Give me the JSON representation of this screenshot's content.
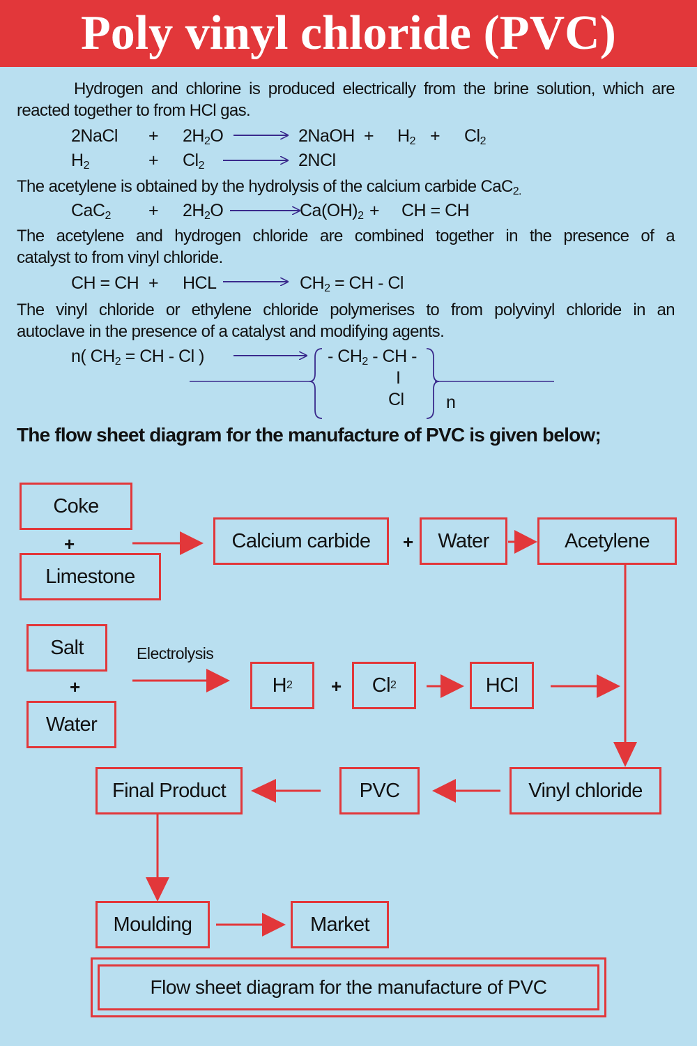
{
  "title": "Poly vinyl chloride (PVC)",
  "paragraphs": {
    "p1_line1": "Hydrogen and chlorine is produced electrically from the brine solution, which are",
    "p1_line2": "reacted together to from HCl gas.",
    "p2": "The acetylene is obtained by the hydrolysis of the calcium carbide CaC",
    "p2_sub": "2.",
    "p3_line1": "The acetylene and hydrogen chloride are combined together in the presence of a",
    "p3_line2": "catalyst to from vinyl chloride.",
    "p4_line1": "The vinyl chloride or ethylene chloride polymerises to from polyvinyl chloride in an",
    "p4_line2": "autoclave in the presence of a catalyst and modifying agents."
  },
  "equations": {
    "eq1": {
      "a": "2NaCl",
      "plus1": "+",
      "b": "2H",
      "b_sub": "2",
      "b_tail": "O",
      "c": "2NaOH",
      "plus2": "+",
      "d": "H",
      "d_sub": "2",
      "plus3": "+",
      "e": "Cl",
      "e_sub": "2"
    },
    "eq2": {
      "a": "H",
      "a_sub": "2",
      "plus1": "+",
      "b": "Cl",
      "b_sub": "2",
      "c": "2NCl"
    },
    "eq3": {
      "a": "CaC",
      "a_sub": "2",
      "plus1": "+",
      "b": "2H",
      "b_sub": "2",
      "b_tail": "O",
      "c": "Ca(OH)",
      "c_sub": "2",
      "plus2": "+",
      "d": "CH = CH"
    },
    "eq4": {
      "a": "CH = CH",
      "plus1": "+",
      "b": "HCL",
      "c": "CH",
      "c_sub": "2",
      "c_tail": "= CH - Cl"
    },
    "eq5": {
      "a": "n( CH",
      "a_sub": "2",
      "a_tail": "= CH - Cl )",
      "b": "- CH",
      "b_sub": "2",
      "b_tail": "- CH -",
      "bond": "I",
      "cl": "Cl",
      "n": "n"
    }
  },
  "flow_heading": "The flow sheet diagram for the manufacture of PVC is given below;",
  "flow": {
    "coke": "Coke",
    "limestone": "Limestone",
    "calcium_carbide": "Calcium carbide",
    "water1": "Water",
    "acetylene": "Acetylene",
    "salt": "Salt",
    "water2": "Water",
    "electrolysis": "Electrolysis",
    "h2": "H",
    "h2_sub": "2",
    "cl2": "Cl",
    "cl2_sub": "2",
    "hcl": "HCl",
    "vinyl_chloride": "Vinyl chloride",
    "pvc": "PVC",
    "final_product": "Final Product",
    "moulding": "Moulding",
    "market": "Market",
    "plus": "+"
  },
  "caption": "Flow sheet diagram for the manufacture of PVC",
  "colors": {
    "banner": "#e2373a",
    "background": "#b9dff0",
    "flow_red": "#e2373a",
    "equation_arrow": "#3a2a8c"
  }
}
